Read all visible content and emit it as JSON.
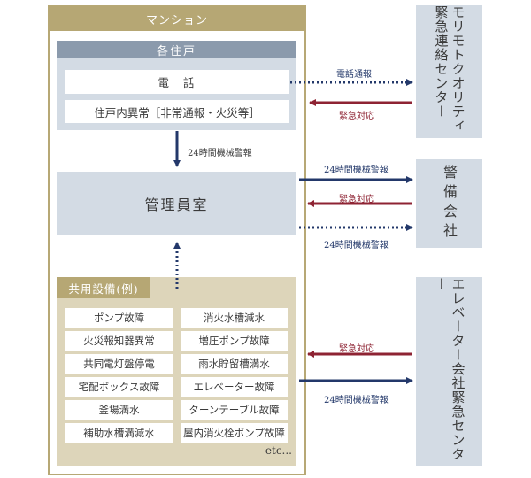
{
  "mansion": {
    "title": "マンション"
  },
  "units": {
    "title": "各住戸",
    "phone": "電話",
    "alarm": "住戸内異常［非常通報・火災等］"
  },
  "units_to_office_label": "24時間機械警報",
  "office": {
    "title": "管理員室"
  },
  "facilities": {
    "title": "共用設備(例)",
    "items": [
      [
        "ポンプ故障",
        "消火水槽減水"
      ],
      [
        "火災報知器異常",
        "増圧ポンプ故障"
      ],
      [
        "共同電灯盤停電",
        "雨水貯留槽満水"
      ],
      [
        "宅配ボックス故障",
        "エレベーター故障"
      ],
      [
        "釜場満水",
        "ターンテーブル故障"
      ],
      [
        "補助水槽満減水",
        "屋内消火栓ポンプ故障"
      ]
    ],
    "etc": "etc..."
  },
  "entities": {
    "morimoto": "モリモトクオリティ緊急連絡センター",
    "guard": "警備会社",
    "elevator": "エレベーター会社緊急センター"
  },
  "flows": {
    "phone_report": "電話通報",
    "emergency": "緊急対応",
    "alarm24": "24時間機械警報"
  },
  "colors": {
    "navy": "#23386a",
    "red": "#8e2333",
    "gold": "#b6a774",
    "slate": "#8b9aac",
    "pale_blue": "#d3dbe4",
    "beige": "#ddd5ba"
  }
}
